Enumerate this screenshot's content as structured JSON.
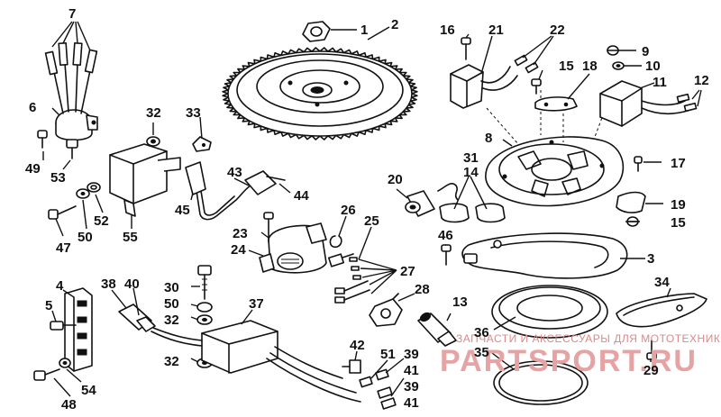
{
  "labels": {
    "l1": "1",
    "l2": "2",
    "l3": "3",
    "l4": "4",
    "l5": "5",
    "l6": "6",
    "l7": "7",
    "l8": "8",
    "l9": "9",
    "l10": "10",
    "l11": "11",
    "l12": "12",
    "l13": "13",
    "l14": "14",
    "l15a": "15",
    "l15b": "15",
    "l16": "16",
    "l17": "17",
    "l18": "18",
    "l19": "19",
    "l20": "20",
    "l21": "21",
    "l22": "22",
    "l23": "23",
    "l24": "24",
    "l25": "25",
    "l26": "26",
    "l27": "27",
    "l28": "28",
    "l29": "29",
    "l30": "30",
    "l31": "31",
    "l32a": "32",
    "l32b": "32",
    "l32c": "32",
    "l33": "33",
    "l34": "34",
    "l35": "35",
    "l36": "36",
    "l37": "37",
    "l38": "38",
    "l39a": "39",
    "l39b": "39",
    "l40": "40",
    "l41a": "41",
    "l41b": "41",
    "l42": "42",
    "l43": "43",
    "l44": "44",
    "l45": "45",
    "l46": "46",
    "l47": "47",
    "l48": "48",
    "l49": "49",
    "l50a": "50",
    "l50b": "50",
    "l51": "51",
    "l52": "52",
    "l53": "53",
    "l54": "54",
    "l55": "55"
  },
  "watermark": {
    "line1": "ЗАПЧАСТИ И АКСЕССУАРЫ ДЛЯ МОТОТЕХНИКИ",
    "line2": "PARTSPORT.RU"
  }
}
